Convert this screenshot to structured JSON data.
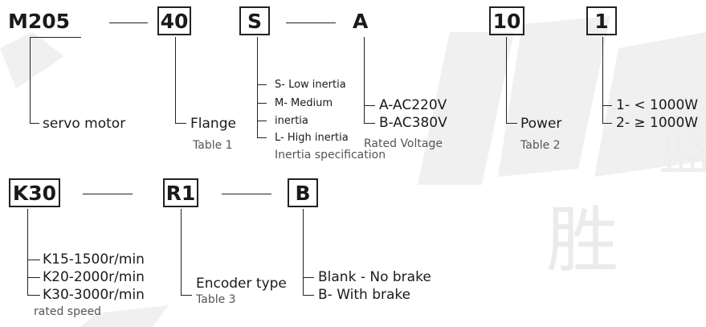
{
  "row1": {
    "model": "M205",
    "flange_code": "40",
    "inertia_code": "S",
    "voltage_code": "A",
    "power_code": "10",
    "power_range_code": "1",
    "model_label": "servo motor",
    "flange_label": "Flange",
    "flange_table": "Table 1",
    "inertia_options": [
      "S- Low inertia",
      "M- Medium",
      "inertia",
      "L- High inertia"
    ],
    "inertia_label": "Inertia specification",
    "voltage_options": [
      "A-AC220V",
      "B-AC380V"
    ],
    "voltage_label": "Rated Voltage",
    "power_label": "Power",
    "power_table": "Table 2",
    "power_range_options": [
      "1- < 1000W",
      "2- ≥ 1000W"
    ]
  },
  "row2": {
    "speed_code": "K30",
    "encoder_code": "R1",
    "brake_code": "B",
    "speed_options": [
      "K15-1500r/min",
      "K20-2000r/min",
      "K30-3000r/min"
    ],
    "speed_label": "rated speed",
    "encoder_label": "Encoder type",
    "encoder_table": "Table 3",
    "brake_options": [
      "Blank - No brake",
      "B- With brake"
    ]
  },
  "watermark": {
    "text": "胜",
    "color": "#ebebeb"
  }
}
